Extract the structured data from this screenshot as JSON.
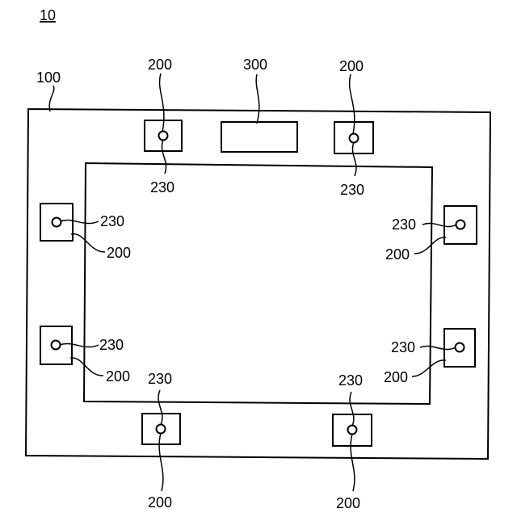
{
  "figure": {
    "number": "10"
  },
  "labels": {
    "frame": "100",
    "module": "200",
    "hole": "230",
    "component": "300"
  }
}
